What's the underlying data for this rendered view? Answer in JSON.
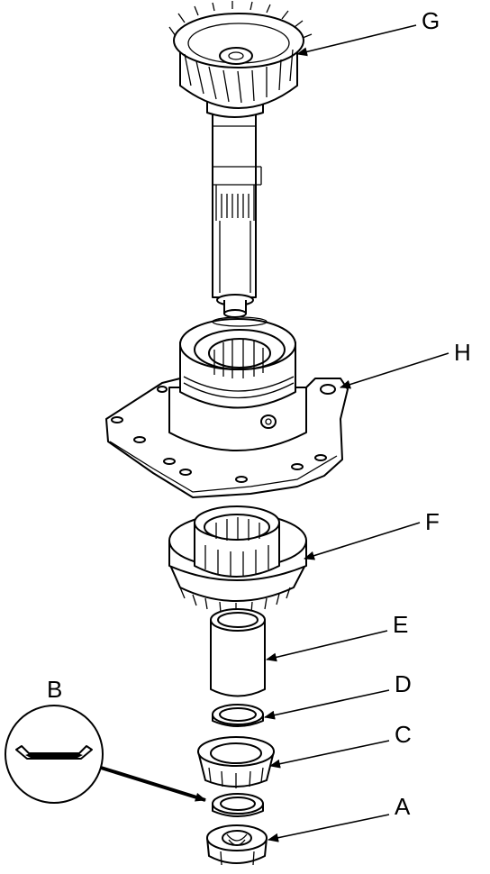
{
  "callouts": {
    "g": "G",
    "h": "H",
    "f": "F",
    "e": "E",
    "d": "D",
    "c": "C",
    "b": "B",
    "a": "A"
  },
  "colors": {
    "line": "#000000",
    "background": "#ffffff"
  }
}
